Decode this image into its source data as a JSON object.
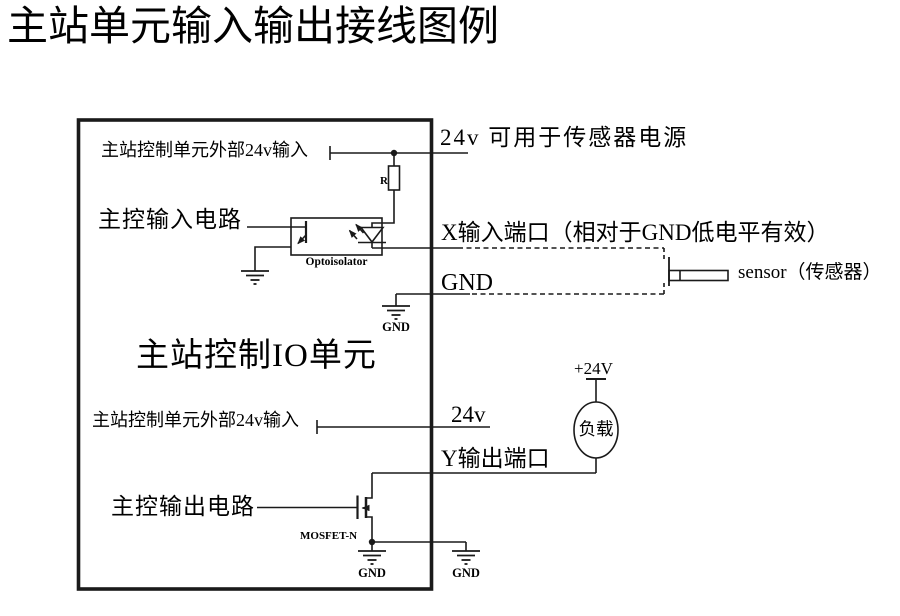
{
  "title": "主站单元输入输出接线图例",
  "unit_box": {
    "name": "主站控制IO单元",
    "input_section": {
      "external_24v_input": "主站控制单元外部24v输入",
      "circuit": "主控输入电路",
      "resistor": "R",
      "optoisolator": "Optoisolator",
      "gnd": "GND"
    },
    "output_section": {
      "external_24v_input": "主站控制单元外部24v输入",
      "circuit": "主控输出电路",
      "mosfet": "MOSFET-N",
      "gnd": "GND"
    }
  },
  "external": {
    "sensor_power_note": "24v 可用于传感器电源",
    "x_input_port": "X输入端口（相对于GND低电平有效）",
    "gnd_line": "GND",
    "sensor": "sensor（传感器）",
    "output_24v": "24v",
    "y_output_port": "Y输出端口",
    "load_supply": "+24V",
    "load": "负载",
    "gnd": "GND"
  },
  "colors": {
    "line": "#1a1a1a",
    "background": "#ffffff",
    "text": "#000000"
  }
}
